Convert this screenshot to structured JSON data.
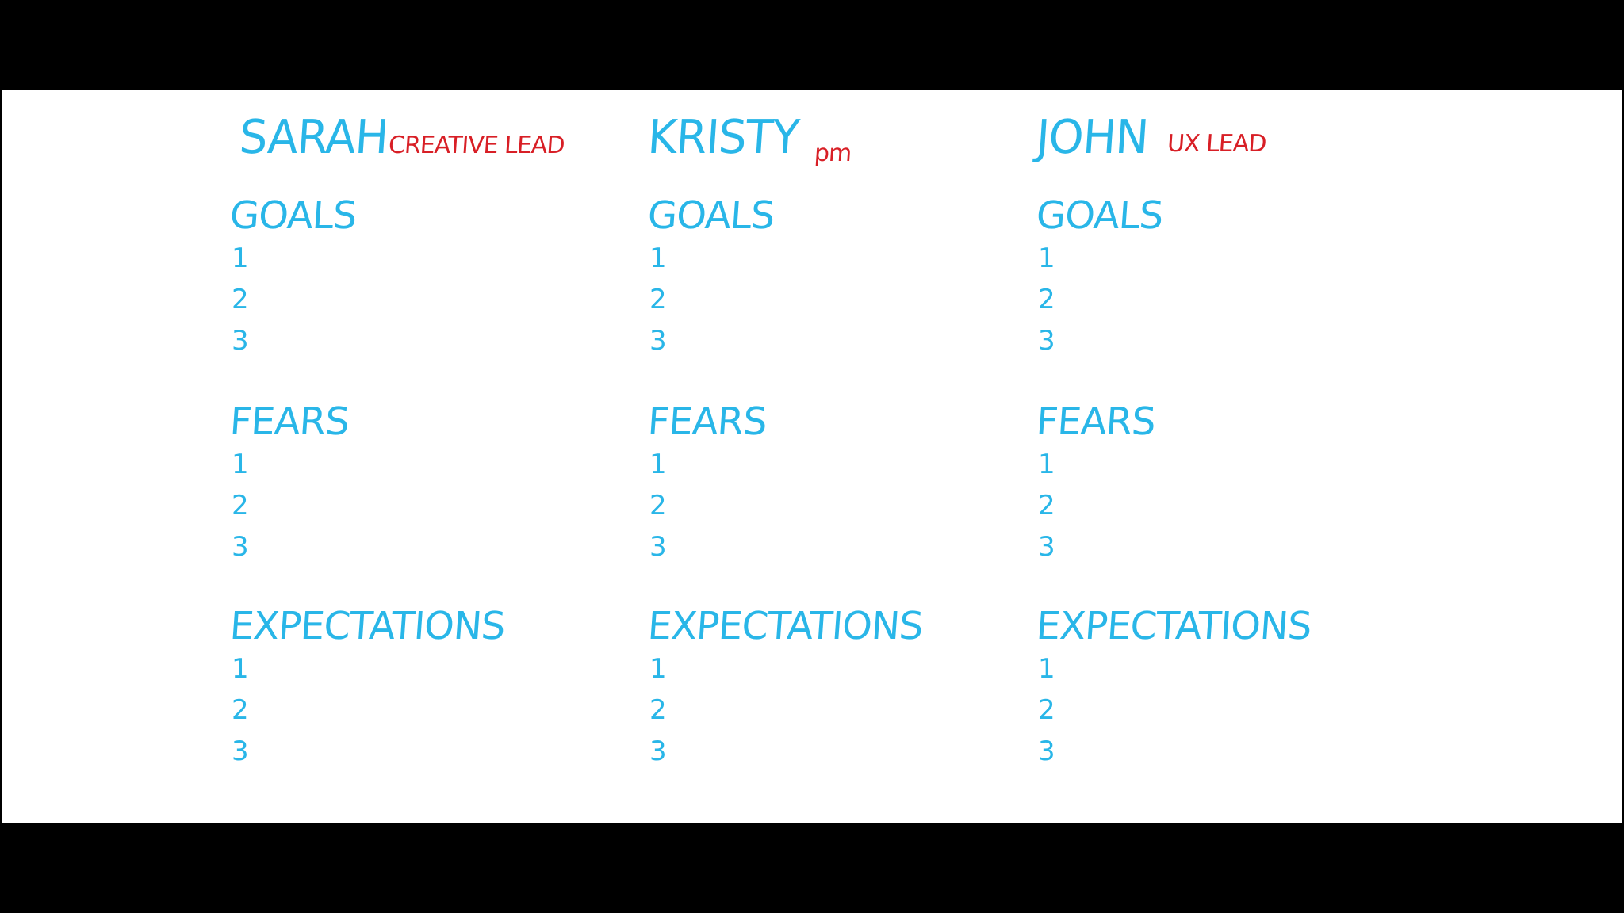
{
  "colors": {
    "marker_blue": "#29b6e8",
    "marker_red": "#d81f26",
    "board": "#ffffff",
    "letterbox": "#000000"
  },
  "personas": [
    {
      "name": "SARAH",
      "role": "CREATIVE LEAD",
      "sections": [
        {
          "title": "GOALS",
          "items": [
            "1",
            "2",
            "3"
          ]
        },
        {
          "title": "FEARS",
          "items": [
            "1",
            "2",
            "3"
          ]
        },
        {
          "title": "EXPECTATIONS",
          "items": [
            "1",
            "2",
            "3"
          ]
        }
      ]
    },
    {
      "name": "KRISTY",
      "role": "pm",
      "sections": [
        {
          "title": "GOALS",
          "items": [
            "1",
            "2",
            "3"
          ]
        },
        {
          "title": "FEARS",
          "items": [
            "1",
            "2",
            "3"
          ]
        },
        {
          "title": "EXPECTATIONS",
          "items": [
            "1",
            "2",
            "3"
          ]
        }
      ]
    },
    {
      "name": "JOHN",
      "role": "UX LEAD",
      "sections": [
        {
          "title": "GOALS",
          "items": [
            "1",
            "2",
            "3"
          ]
        },
        {
          "title": "FEARS",
          "items": [
            "1",
            "2",
            "3"
          ]
        },
        {
          "title": "EXPECTATIONS",
          "items": [
            "1",
            "2",
            "3"
          ]
        }
      ]
    }
  ]
}
